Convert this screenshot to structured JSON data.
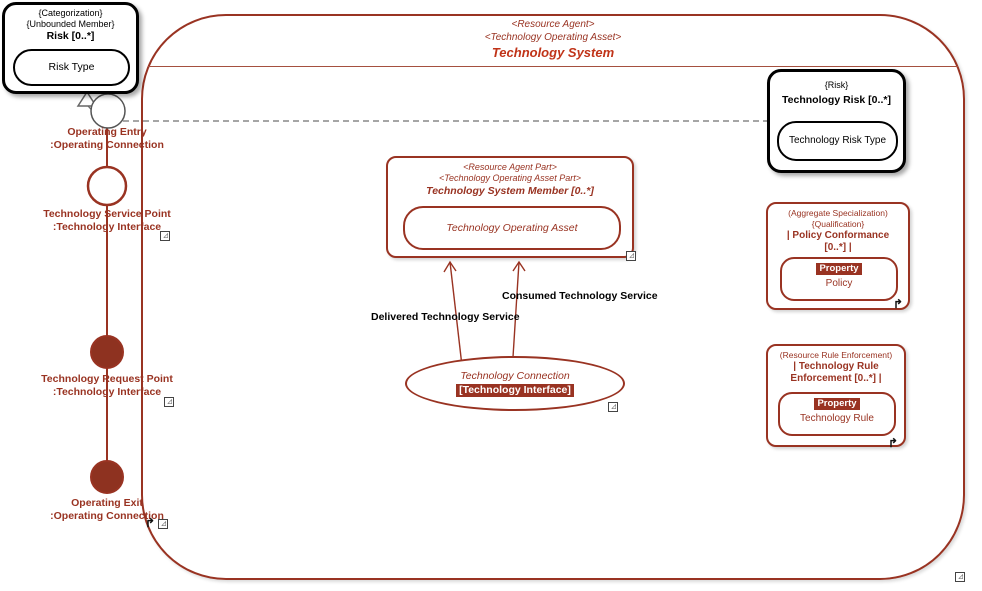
{
  "colors": {
    "accent": "#993322",
    "accent_fill": "#8e3220",
    "title_red": "#c03318",
    "black_border": "#000000",
    "dashed_gray": "#888888",
    "highlight_bg": "#993322",
    "highlight_text": "#ffffff"
  },
  "icons": {
    "redirect": "↱",
    "expand": "◿"
  },
  "system": {
    "stereotype1": "<Resource Agent>",
    "stereotype2": "<Technology Operating Asset>",
    "title": "Technology System"
  },
  "risk": {
    "keyword1": "{Categorization}",
    "keyword2": "{Unbounded Member}",
    "title": "Risk [0..*]",
    "inner": "Risk Type"
  },
  "technology_risk": {
    "keyword1": "{Risk}",
    "title": "Technology Risk [0..*]",
    "inner": "Technology Risk Type"
  },
  "member": {
    "stereotype1": "<Resource Agent Part>",
    "stereotype2": "<Technology Operating Asset Part>",
    "title": "Technology System Member [0..*]",
    "inner": "Technology Operating Asset"
  },
  "policy": {
    "keyword1": "(Aggregate Specialization)",
    "keyword2": "{Qualification}",
    "title": "| Policy Conformance [0..*] |",
    "property_label": "Property",
    "inner": "Policy"
  },
  "rule": {
    "keyword1": "(Resource Rule Enforcement)",
    "title": "| Technology Rule Enforcement [0..*] |",
    "property_label": "Property",
    "inner": "Technology Rule"
  },
  "connection": {
    "title": "Technology Connection",
    "selected_label": "[Technology Interface]"
  },
  "flows": {
    "delivered": "Delivered Technology Service",
    "consumed": "Consumed Technology Service"
  },
  "ports": [
    {
      "name": "Operating Entry",
      "type": ":Operating Connection"
    },
    {
      "name": "Technology Service Point",
      "type": ":Technology Interface"
    },
    {
      "name": "Technology Request Point",
      "type": ":Technology Interface"
    },
    {
      "name": "Operating Exit",
      "type": ":Operating Connection"
    }
  ]
}
